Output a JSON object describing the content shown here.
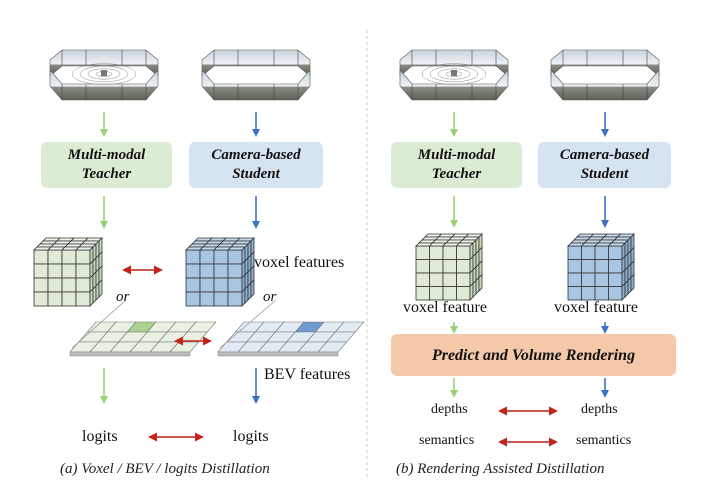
{
  "colors": {
    "teacher_fill": "#dcebd4",
    "student_fill": "#d6e4f2",
    "render_fill": "#f4c9a9",
    "green_arrow": "#9bd07a",
    "blue_arrow": "#3d6fc4",
    "red_arrow": "#c0241c"
  },
  "left": {
    "teacher": {
      "line1": "Multi-modal",
      "line2": "Teacher"
    },
    "student": {
      "line1": "Camera-based",
      "line2": "Student"
    },
    "voxel_label": "voxel features",
    "or_label": "or",
    "bev_label": "BEV features",
    "logits_teacher": "logits",
    "logits_student": "logits",
    "caption": "(a) Voxel / BEV / logits Distillation"
  },
  "right": {
    "teacher": {
      "line1": "Multi-modal",
      "line2": "Teacher"
    },
    "student": {
      "line1": "Camera-based",
      "line2": "Student"
    },
    "voxel_teacher": "voxel feature",
    "voxel_student": "voxel feature",
    "render": "Predict and Volume Rendering",
    "depths_teacher": "depths",
    "depths_student": "depths",
    "sem_teacher": "semantics",
    "sem_student": "semantics",
    "caption": "(b) Rendering Assisted Distillation"
  }
}
